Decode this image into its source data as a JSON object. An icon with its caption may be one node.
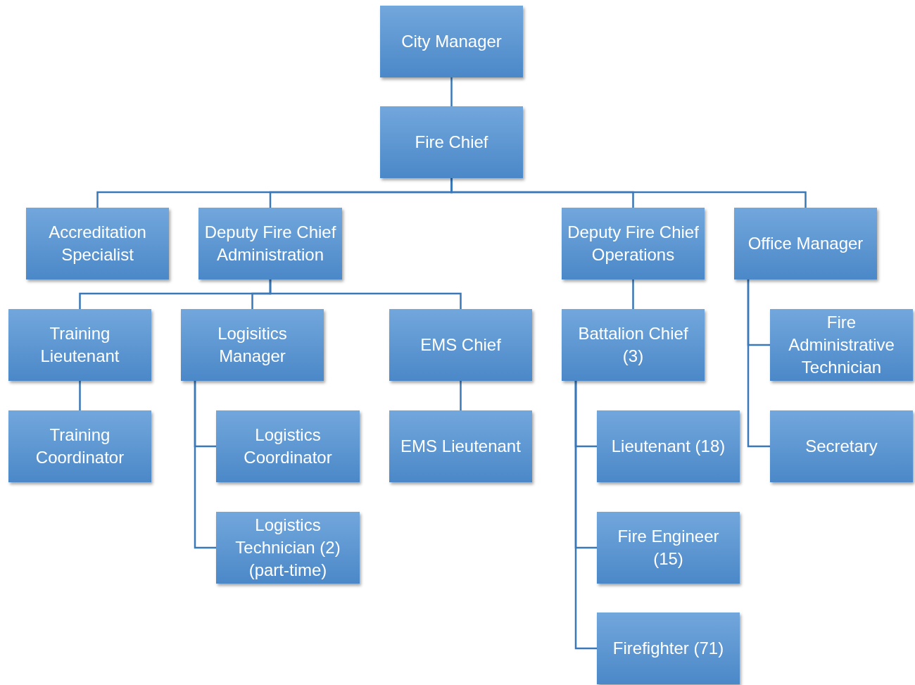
{
  "diagram": {
    "nodes": [
      {
        "text": [
          "City Manager"
        ]
      },
      {
        "text": [
          "Fire Chief"
        ]
      },
      {
        "text": [
          "Accreditation Specialist"
        ]
      },
      {
        "text": [
          "Deputy Fire Chief Administration"
        ]
      },
      {
        "text": [
          "Deputy Fire Chief Operations"
        ]
      },
      {
        "text": [
          "Office Manager"
        ]
      },
      {
        "text": [
          "Training Lieutenant"
        ]
      },
      {
        "text": [
          "Logisitics Manager"
        ]
      },
      {
        "text": [
          "EMS Chief"
        ]
      },
      {
        "text": [
          "Battalion Chief (3)"
        ]
      },
      {
        "text": [
          "Fire Administrative Technician"
        ]
      },
      {
        "text": [
          "Training Coordinator"
        ]
      },
      {
        "text": [
          "Logistics Coordinator"
        ]
      },
      {
        "text": [
          "EMS Lieutenant"
        ]
      },
      {
        "text": [
          "Lieutenant (18)"
        ]
      },
      {
        "text": [
          "Secretary"
        ]
      },
      {
        "text": [
          "Logistics Technician (2) (part-time)"
        ]
      },
      {
        "text": [
          "Fire Engineer (15)"
        ]
      },
      {
        "text": [
          "Firefighter (71)"
        ]
      }
    ],
    "edges": [
      {
        "from": 0,
        "to": 1,
        "arrow": "none"
      },
      {
        "from": 1,
        "to": 2,
        "arrow": "none"
      },
      {
        "from": 1,
        "to": 3,
        "arrow": "none"
      },
      {
        "from": 1,
        "to": 4,
        "arrow": "none"
      },
      {
        "from": 1,
        "to": 5,
        "arrow": "none"
      },
      {
        "from": 3,
        "to": 6,
        "arrow": "none"
      },
      {
        "from": 3,
        "to": 7,
        "arrow": "none"
      },
      {
        "from": 3,
        "to": 8,
        "arrow": "none"
      },
      {
        "from": 6,
        "to": 11,
        "arrow": "none"
      },
      {
        "from": 7,
        "to": 12,
        "arrow": "none"
      },
      {
        "from": 7,
        "to": 16,
        "arrow": "none"
      },
      {
        "from": 8,
        "to": 13,
        "arrow": "none"
      },
      {
        "from": 4,
        "to": 9,
        "arrow": "none"
      },
      {
        "from": 9,
        "to": 14,
        "arrow": "none"
      },
      {
        "from": 9,
        "to": 17,
        "arrow": "none"
      },
      {
        "from": 9,
        "to": 18,
        "arrow": "none"
      },
      {
        "from": 5,
        "to": 10,
        "arrow": "none"
      },
      {
        "from": 5,
        "to": 15,
        "arrow": "none"
      }
    ]
  }
}
